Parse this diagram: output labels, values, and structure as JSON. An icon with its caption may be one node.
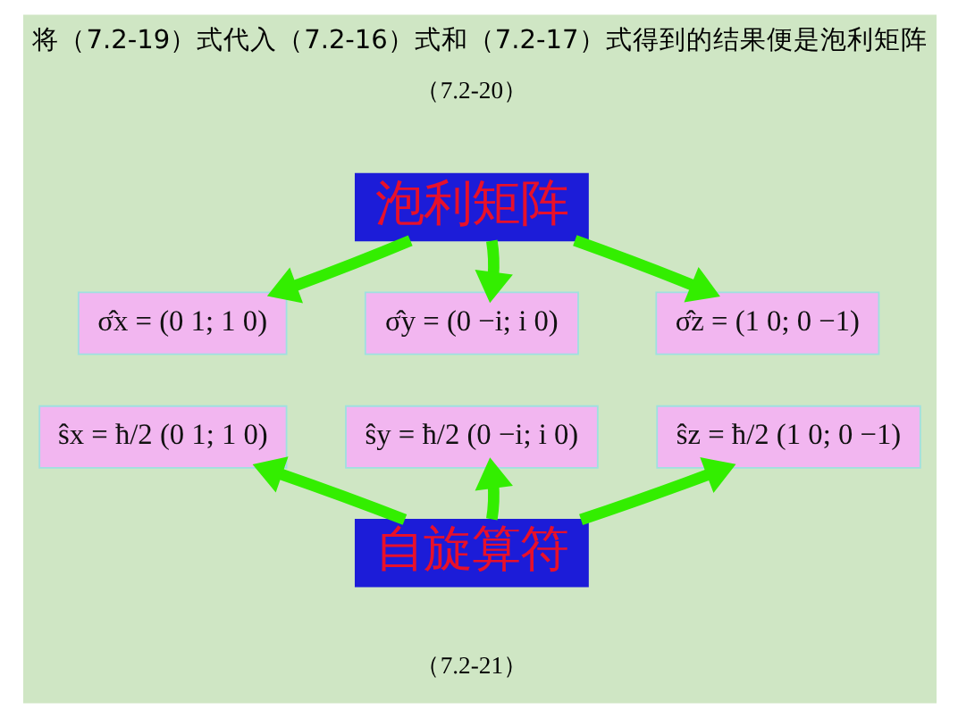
{
  "diagram": {
    "title": "将（7.2-19）式代入（7.2-16）式和（7.2-17）式得到的结果便是泡利矩阵",
    "nodes": [
      {
        "text": [
          "泡利矩阵"
        ],
        "beside": [
          "（7.2-20）"
        ]
      },
      {
        "text": [
          "σ̂x = (0 1; 1 0)"
        ]
      },
      {
        "text": [
          "σ̂y = (0 −i; i 0)"
        ]
      },
      {
        "text": [
          "σ̂z = (1 0; 0 −1)"
        ]
      },
      {
        "text": [
          "ŝx = ħ/2 (0 1; 1 0)"
        ]
      },
      {
        "text": [
          "ŝy = ħ/2 (0 −i; i 0)"
        ]
      },
      {
        "text": [
          "ŝz = ħ/2 (1 0; 0 −1)"
        ]
      },
      {
        "text": [
          "自旋算符"
        ],
        "beside": [
          "（7.2-21）"
        ]
      }
    ],
    "edges": [
      {
        "from": 0,
        "to": 1,
        "arrow": "to"
      },
      {
        "from": 0,
        "to": 2,
        "arrow": "to"
      },
      {
        "from": 0,
        "to": 3,
        "arrow": "to"
      },
      {
        "from": 7,
        "to": 4,
        "arrow": "to"
      },
      {
        "from": 7,
        "to": 5,
        "arrow": "to"
      },
      {
        "from": 7,
        "to": 6,
        "arrow": "to"
      }
    ]
  }
}
